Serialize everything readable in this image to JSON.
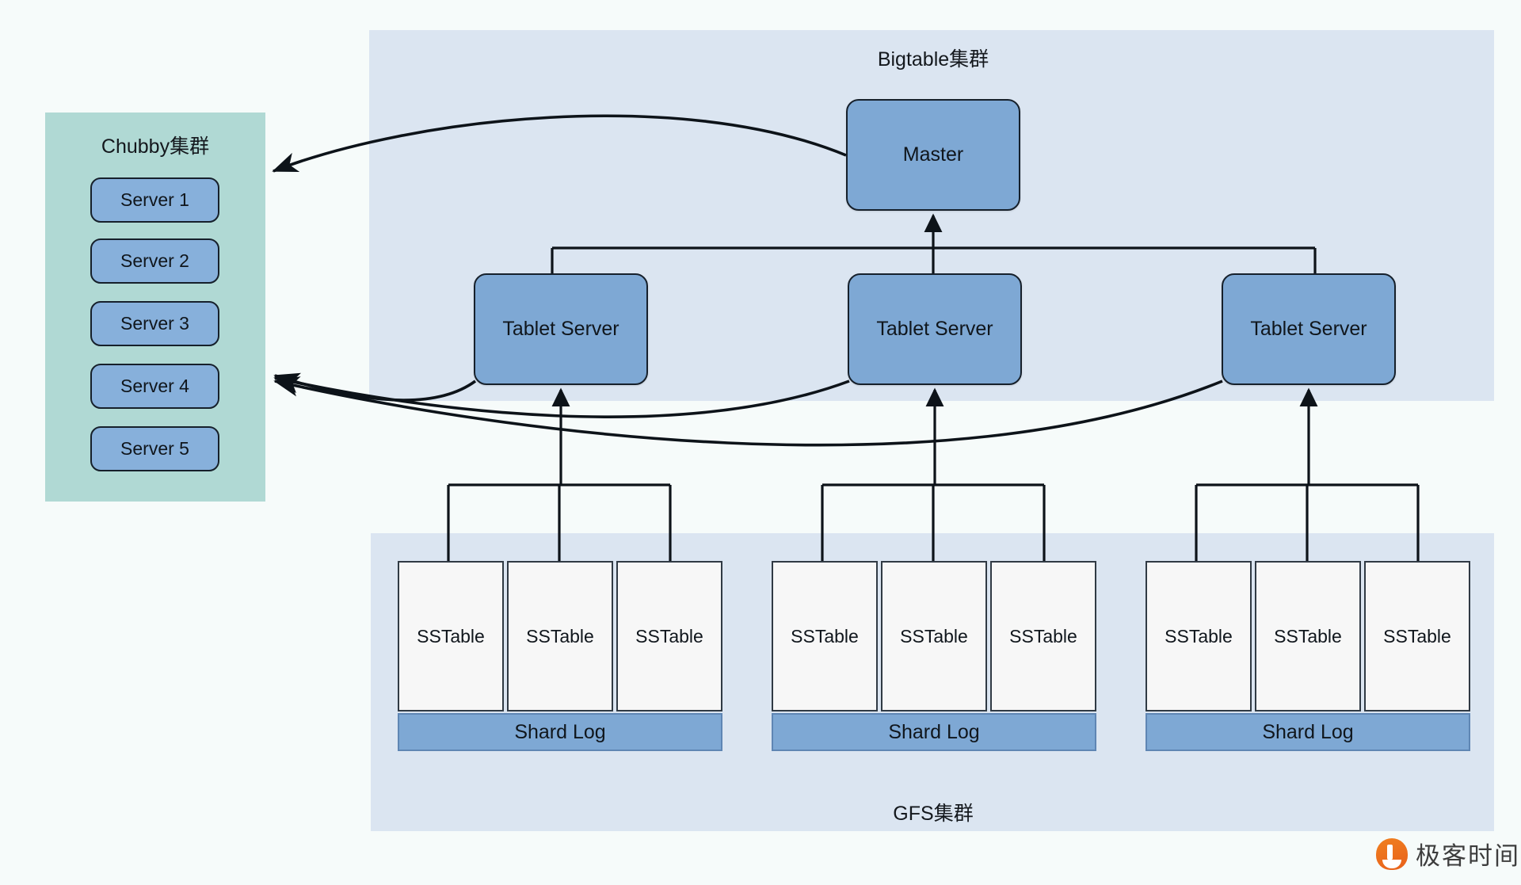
{
  "colors": {
    "background": "#f6fbfa",
    "bigtable_panel": "#dbe5f1",
    "gfs_panel": "#dbe5f1",
    "chubby_panel": "#b0d9d4",
    "node_blue": "#7ea8d4",
    "server_blue": "#87b0db",
    "sstable_white": "#f7f7f7",
    "stroke": "#16202b",
    "watermark_orange": "#ef7f1f"
  },
  "panels": {
    "chubby": {
      "title": "Chubby集群",
      "servers": [
        {
          "label": "Server 1"
        },
        {
          "label": "Server 2"
        },
        {
          "label": "Server 3"
        },
        {
          "label": "Server 4"
        },
        {
          "label": "Server 5"
        }
      ]
    },
    "bigtable": {
      "title": "Bigtable集群",
      "master": {
        "label": "Master"
      },
      "tablet_servers": [
        {
          "label": "Tablet Server"
        },
        {
          "label": "Tablet Server"
        },
        {
          "label": "Tablet Server"
        }
      ]
    },
    "gfs": {
      "title": "GFS集群",
      "groups": [
        {
          "sstables": [
            {
              "label": "SSTable"
            },
            {
              "label": "SSTable"
            },
            {
              "label": "SSTable"
            }
          ],
          "shard_log": {
            "label": "Shard Log"
          }
        },
        {
          "sstables": [
            {
              "label": "SSTable"
            },
            {
              "label": "SSTable"
            },
            {
              "label": "SSTable"
            }
          ],
          "shard_log": {
            "label": "Shard Log"
          }
        },
        {
          "sstables": [
            {
              "label": "SSTable"
            },
            {
              "label": "SSTable"
            },
            {
              "label": "SSTable"
            }
          ],
          "shard_log": {
            "label": "Shard Log"
          }
        }
      ]
    }
  },
  "watermark": {
    "text": "极客时间",
    "logo_icon": "geektime-logo-icon"
  }
}
